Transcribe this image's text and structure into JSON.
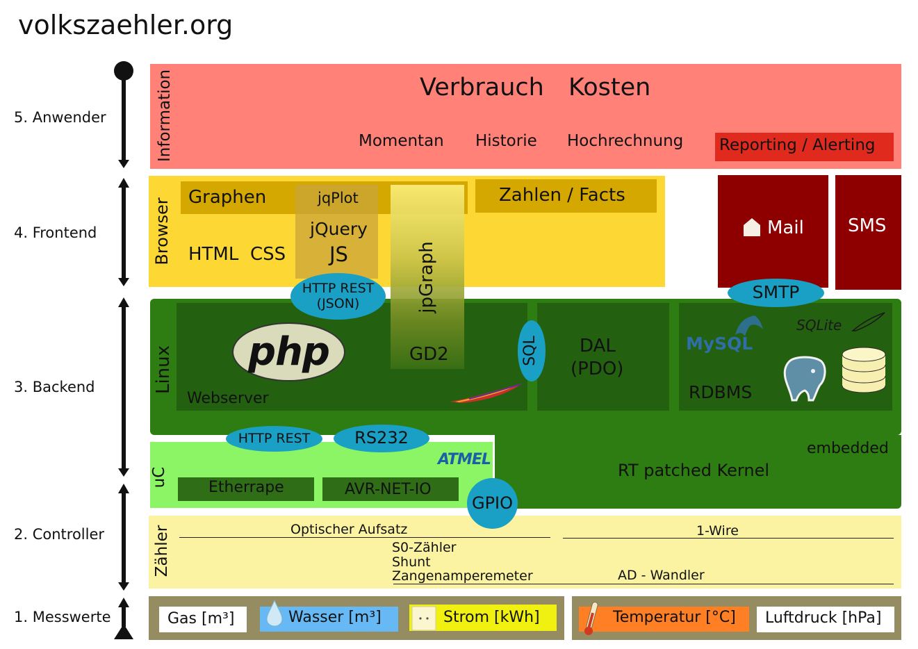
{
  "title": "volkszaehler.org",
  "levels": [
    "5. Anwender",
    "4. Frontend",
    "3. Backend",
    "2. Controller",
    "1. Messwerte"
  ],
  "information": {
    "label": "Information",
    "verbrauch": "Verbrauch",
    "kosten": "Kosten",
    "momentan": "Momentan",
    "historie": "Historie",
    "hochrechnung": "Hochrechnung",
    "reporting": "Reporting / Alerting"
  },
  "browser": {
    "label": "Browser",
    "graphen": "Graphen",
    "jqplot": "jqPlot",
    "jquery": "jQuery",
    "js": "JS",
    "html": "HTML",
    "css": "CSS",
    "zahlen": "Zahlen / Facts",
    "jpgraph": "jpGraph"
  },
  "notify": {
    "mail": "Mail",
    "sms": "SMS",
    "smtp": "SMTP"
  },
  "linux": {
    "label": "Linux",
    "php": "php",
    "webserver": "Webserver",
    "gd2": "GD2",
    "sql": "SQL",
    "dal": "DAL",
    "pdo": "(PDO)",
    "mysql": "MySQL",
    "sqlite": "SQLite",
    "rdbms": "RDBMS",
    "http_rest_json_1": "HTTP REST",
    "http_rest_json_2": "(JSON)"
  },
  "embedded": {
    "label": "embedded",
    "kernel": "RT patched Kernel"
  },
  "uc": {
    "label": "uC",
    "http_rest": "HTTP REST",
    "rs232": "RS232",
    "atmel": "ATMEL",
    "etherrape": "Etherrape",
    "avr": "AVR-NET-IO",
    "gpio": "GPIO"
  },
  "zaehler": {
    "label": "Zähler",
    "optisch": "Optischer Aufsatz",
    "onewire": "1-Wire",
    "s0": "S0-Zähler",
    "shunt": "Shunt",
    "zangen": "Zangenamperemeter",
    "ad": "AD - Wandler"
  },
  "messwerte": {
    "gas": "Gas [m³]",
    "wasser": "Wasser [m³]",
    "strom": "Strom [kWh]",
    "temperatur": "Temperatur [°C]",
    "luftdruck": "Luftdruck [hPa]"
  },
  "colors": {
    "information": "#ff8177",
    "reporting": "#e02a1e",
    "browser": "#fdd835",
    "browser_dark": "#d4a800",
    "mail": "#8e0000",
    "linux": "#2e7d12",
    "linux_dark": "#236010",
    "uc": "#8cf565",
    "uc_box": "#2f6d16",
    "zaehler": "#fbf3a2",
    "messwerte": "#958c61",
    "ellipse": "#1aa0c4"
  }
}
